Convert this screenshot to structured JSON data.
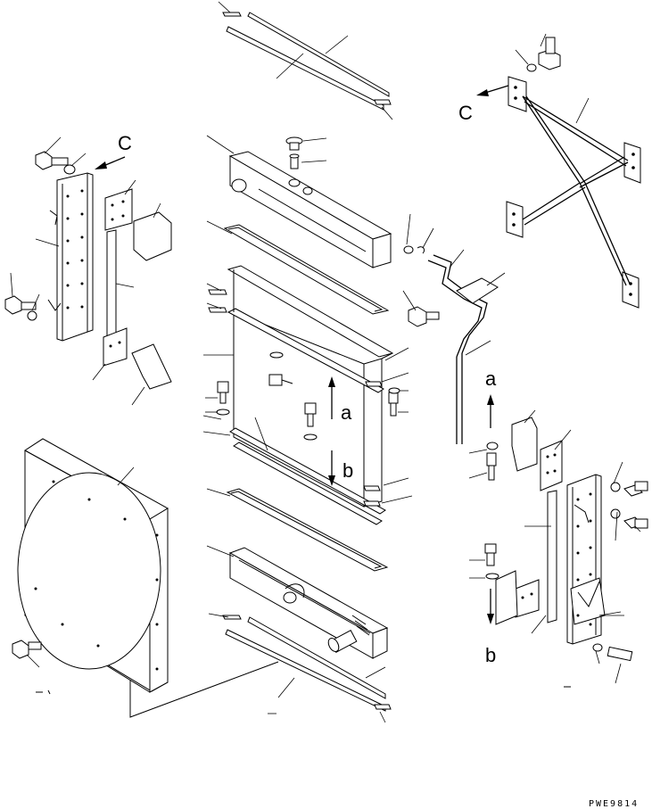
{
  "labels": {
    "c_top_right": "C",
    "c_left": "C",
    "a_center": "a",
    "b_center": "b",
    "a_right": "a",
    "b_right": "b"
  },
  "drawing_code": "PWE9814"
}
